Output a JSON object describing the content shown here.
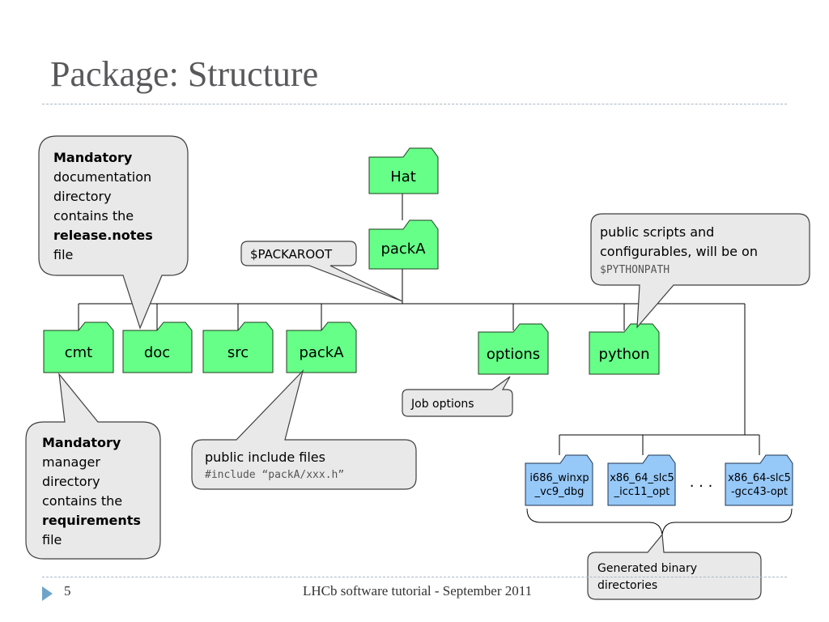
{
  "slide": {
    "title": "Package: Structure",
    "footer_page": "5",
    "footer_text": "LHCb software tutorial - September 2011"
  },
  "folders": {
    "hat": "Hat",
    "packa_top": "packA",
    "cmt": "cmt",
    "doc": "doc",
    "src": "src",
    "packa": "packA",
    "options": "options",
    "python": "python"
  },
  "binary_dirs": [
    {
      "line1": "i686_winxp",
      "line2": "_vc9_dbg"
    },
    {
      "line1": "x86_64_slc5",
      "line2": "_icc11_opt"
    },
    {
      "line1": "x86_64-slc5",
      "line2": "-gcc43-opt"
    }
  ],
  "ellipsis": ". . .",
  "callouts": {
    "doc": {
      "bold1": "Mandatory",
      "l2": "documentation",
      "l3": "directory",
      "l4": "contains the",
      "bold5": "release.notes",
      "l6": "file"
    },
    "cmt": {
      "bold1": "Mandatory",
      "l2": "manager",
      "l3": "directory",
      "l4": "contains the",
      "bold5": "requirements",
      "l6": "file"
    },
    "packaroot": "$PACKAROOT",
    "python": {
      "l1": "public scripts and",
      "l2": "configurables, will be on",
      "l3": "$PYTHONPATH"
    },
    "include": {
      "l1": "public include files",
      "l2": "#include “packA/xxx.h”"
    },
    "options": "Job options",
    "generated": {
      "l1": "Generated binary",
      "l2": "directories"
    }
  },
  "colors": {
    "folder_green": "#66ff88",
    "folder_blue": "#96c8f8",
    "callout_gray": "#e9e9e9",
    "title_gray": "#59585b",
    "accent_blue": "#6ea4c9"
  }
}
